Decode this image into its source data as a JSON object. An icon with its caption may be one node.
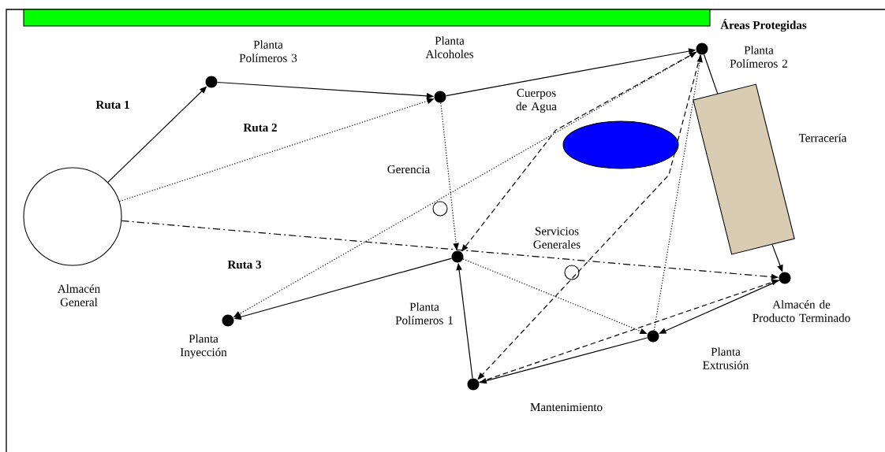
{
  "diagram": {
    "nodes": [
      {
        "text": [],
        "shape": "bar",
        "beside": [
          "Áreas Protegidas"
        ]
      },
      {
        "text": [],
        "shape": "dot"
      },
      {
        "text": [],
        "shape": "dot"
      },
      {
        "text": [],
        "shape": "dot",
        "beside": [
          "Planta Polímeros 2"
        ]
      },
      {
        "text": [],
        "shape": "box",
        "beside": [
          "Terracería"
        ]
      },
      {
        "text": [],
        "shape": "ellipse",
        "beside": [
          "Cuerpos de Agua"
        ]
      },
      {
        "text": [],
        "shape": "circle",
        "beside": [
          "Almacén General"
        ]
      },
      {
        "text": [],
        "shape": "circle",
        "beside": [
          "Gerencia"
        ]
      },
      {
        "text": [],
        "shape": "circle",
        "beside": [
          "Servicios Generales"
        ]
      },
      {
        "text": [],
        "shape": "dot",
        "beside": [
          "Planta Polímeros 1"
        ]
      },
      {
        "text": [],
        "shape": "dot",
        "beside": [
          "Almacén de Producto Terminado"
        ]
      },
      {
        "text": [],
        "shape": "dot",
        "beside": [
          "Planta Inyección"
        ]
      },
      {
        "text": [],
        "shape": "dot",
        "beside": [
          "Planta Extrusión"
        ]
      },
      {
        "text": [],
        "shape": "dot"
      }
    ],
    "edges": [
      {
        "from": 6,
        "to": 1,
        "arrow": "to"
      },
      {
        "from": 1,
        "to": 2,
        "arrow": "to"
      },
      {
        "from": 2,
        "to": 3,
        "arrow": "to"
      },
      {
        "from": 3,
        "to": 4,
        "arrow": "none"
      },
      {
        "from": 4,
        "to": 10,
        "arrow": "to"
      },
      {
        "from": 10,
        "to": 12,
        "arrow": "to"
      },
      {
        "from": 12,
        "to": 13,
        "arrow": "to"
      },
      {
        "from": 13,
        "to": 9,
        "arrow": "to"
      },
      {
        "from": 9,
        "to": 11,
        "arrow": "to"
      },
      {
        "from": 6,
        "to": 2,
        "arrow": "to",
        "style": "dashed"
      },
      {
        "from": 2,
        "to": 9,
        "arrow": "to",
        "style": "dashed"
      },
      {
        "from": 9,
        "to": 12,
        "arrow": "to",
        "style": "dashed"
      },
      {
        "from": 12,
        "to": 3,
        "arrow": "to",
        "style": "dashed"
      },
      {
        "from": 3,
        "to": 11,
        "arrow": "both",
        "style": "dashed"
      },
      {
        "from": 3,
        "to": 9,
        "arrow": "to",
        "style": "dashed"
      },
      {
        "from": 3,
        "to": 13,
        "arrow": "to",
        "style": "dashed"
      },
      {
        "from": 13,
        "to": 10,
        "arrow": "to",
        "style": "dashed"
      },
      {
        "from": 6,
        "to": 10,
        "arrow": "to",
        "style": "dashed"
      }
    ],
    "labels": [
      "Planta Polímeros 3",
      "Planta Alcoholes",
      "Ruta 1",
      "Ruta 2",
      "Ruta 3",
      "Mantenimiento"
    ]
  }
}
